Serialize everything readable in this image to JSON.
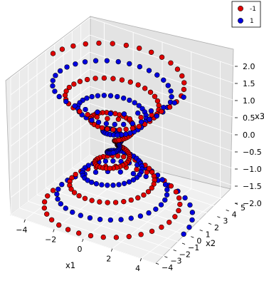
{
  "chart_data": {
    "type": "scatter",
    "projection": "3d",
    "grid": true,
    "legend_placement": "top-right",
    "xlabel": "x1",
    "ylabel": "x2",
    "zlabel": "x3",
    "xlim": [
      -5,
      5
    ],
    "ylim": [
      -4,
      5
    ],
    "zlim": [
      -2.0,
      2.0
    ],
    "x_ticks": [
      "−4",
      "−2",
      "0",
      "2",
      "4"
    ],
    "y_ticks": [
      "−4",
      "−3",
      "−2",
      "−1",
      "0",
      "1",
      "2",
      "3",
      "4",
      "5"
    ],
    "z_ticks": [
      "−2.0",
      "−1.5",
      "−1.0",
      "−0.5",
      "0.0",
      "0.5",
      "1.0",
      "1.5",
      "2.0"
    ],
    "colors": {
      "class_neg": "#e00000",
      "class_pos": "#0000e0"
    },
    "series": [
      {
        "name": "-1",
        "color": "#e00000",
        "description": "double spiral, radius grows linearly with |x3|",
        "z_range": [
          -2.0,
          2.0
        ],
        "max_radius": 4.5,
        "phase_offset": 3.14159,
        "turns_per_unit_z": 1.5,
        "n_points": 200
      },
      {
        "name": "1",
        "color": "#0000e0",
        "description": "double spiral, radius grows linearly with |x3|",
        "z_range": [
          -2.0,
          2.0
        ],
        "max_radius": 4.5,
        "phase_offset": 0,
        "turns_per_unit_z": 1.5,
        "n_points": 200
      }
    ]
  }
}
